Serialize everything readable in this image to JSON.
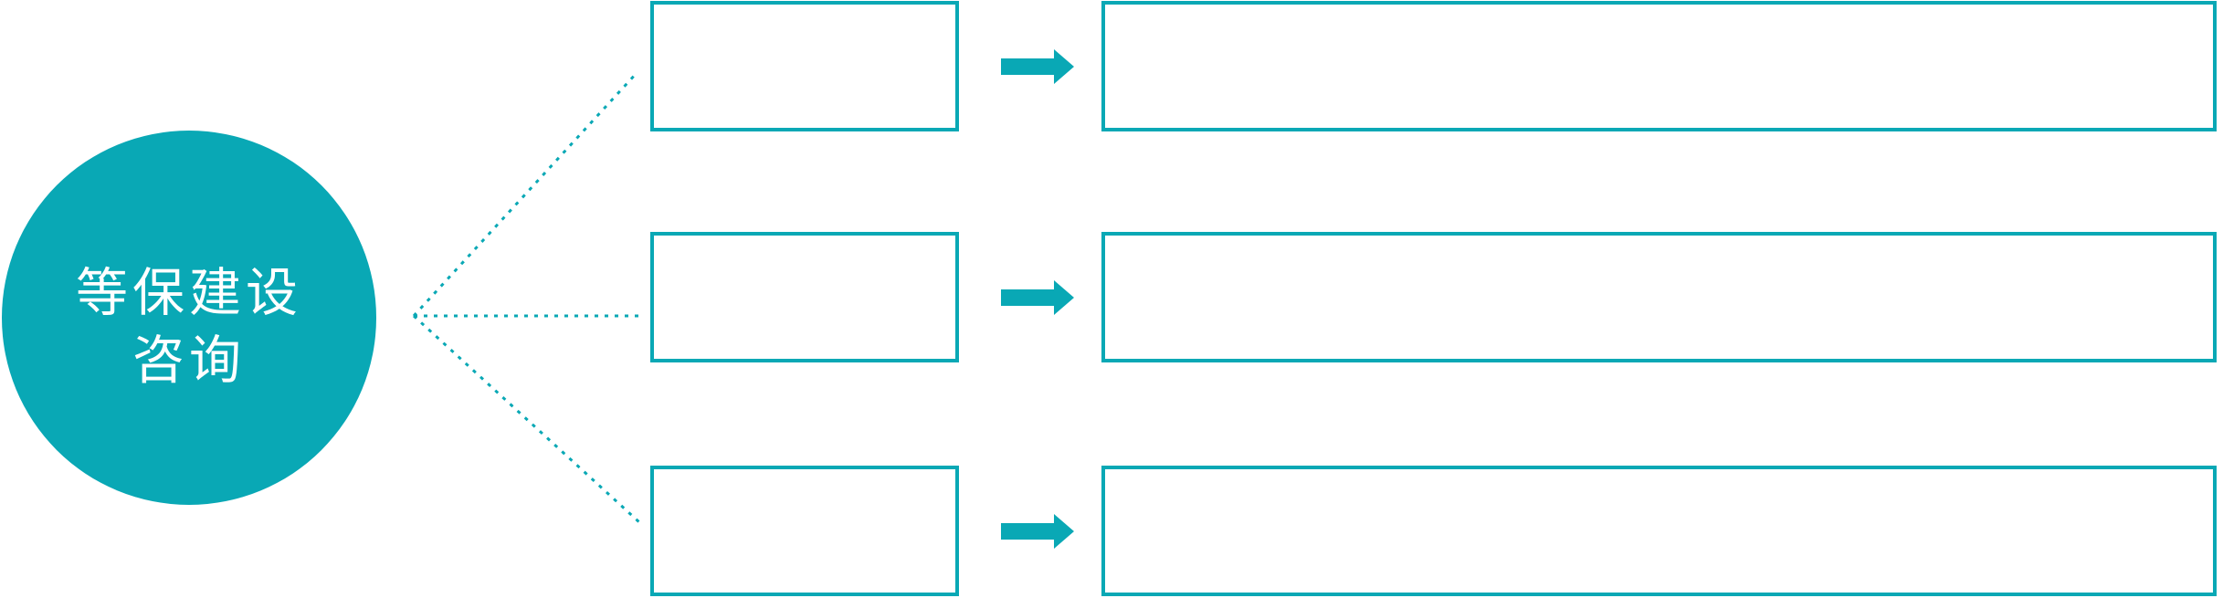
{
  "colors": {
    "accent": "#09A8B5",
    "text_on_accent": "#FFFFFF",
    "background": "#FFFFFF"
  },
  "topic": {
    "label": "等保建设咨询",
    "line1": "等保建设",
    "line2": "咨询"
  },
  "rows": [
    {
      "category": "",
      "detail": ""
    },
    {
      "category": "",
      "detail": ""
    },
    {
      "category": "",
      "detail": ""
    }
  ]
}
